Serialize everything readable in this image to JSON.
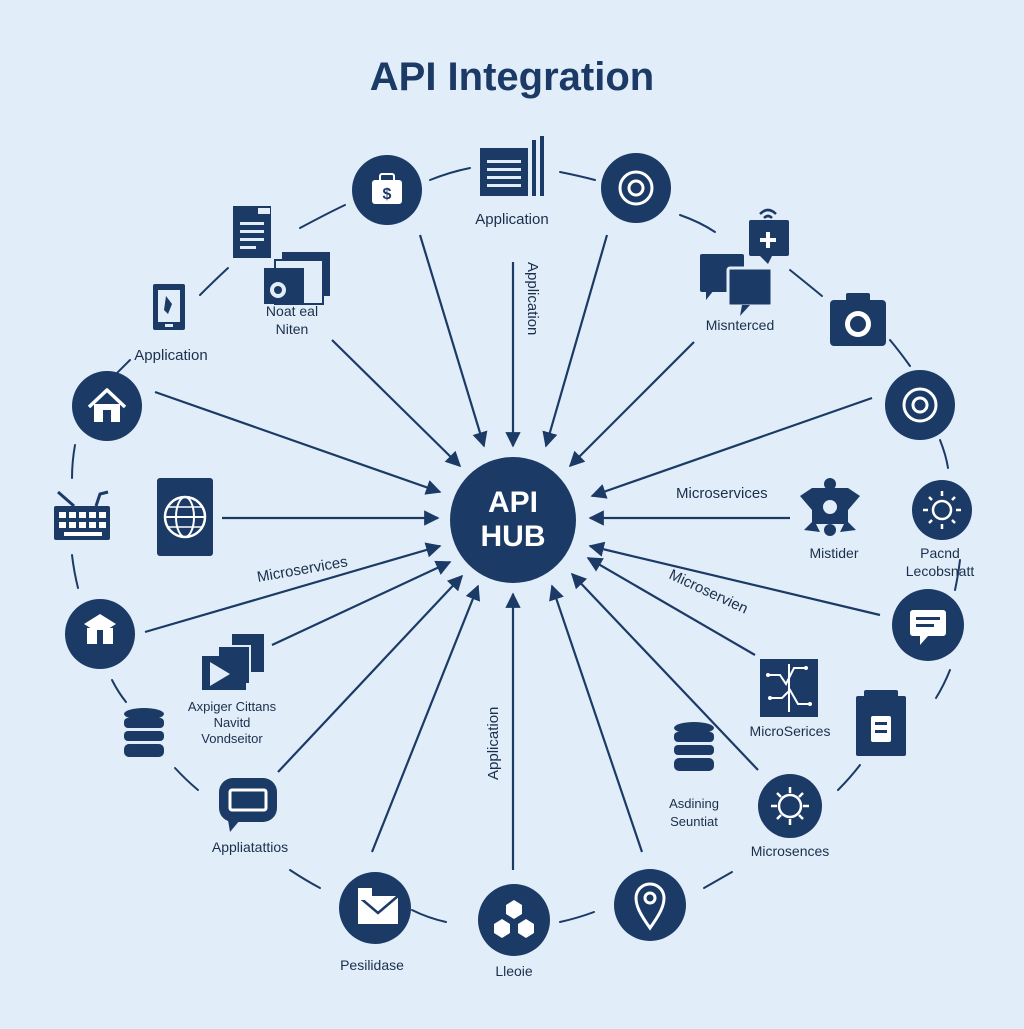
{
  "title": "API Integration",
  "hub": {
    "line1": "API",
    "line2": "HUB"
  },
  "colors": {
    "background": "#e1eef9",
    "primary": "#1b3a66",
    "icon_fill": "#ffffff",
    "dashed_ring": "#1b3a66",
    "label_text": "#1b2f4d"
  },
  "connection_labels": [
    {
      "key": "top",
      "text": "Application"
    },
    {
      "key": "left",
      "text": "Microservices"
    },
    {
      "key": "right-horizontal",
      "text": "Microservices"
    },
    {
      "key": "right-diagonal",
      "text": "Microservien"
    },
    {
      "key": "bottom",
      "text": "Application"
    },
    {
      "key": "top-vertical",
      "text": "Application"
    }
  ],
  "nodes": [
    {
      "key": "doc-stack",
      "icon": "document-stack-icon",
      "label": "Application"
    },
    {
      "key": "dollar-bag",
      "icon": "dollar-bag-icon",
      "label": ""
    },
    {
      "key": "target-top",
      "icon": "target-icon",
      "label": ""
    },
    {
      "key": "clipboard",
      "icon": "clipboard-icon",
      "label": ""
    },
    {
      "key": "gallery",
      "icon": "image-gallery-icon",
      "label": "Noat eal Niten"
    },
    {
      "key": "tablet",
      "icon": "tablet-icon",
      "label": "Application"
    },
    {
      "key": "chat-plus",
      "icon": "chat-plus-icon",
      "label": "Misnterced"
    },
    {
      "key": "camera",
      "icon": "camera-icon",
      "label": ""
    },
    {
      "key": "home",
      "icon": "home-icon",
      "label": ""
    },
    {
      "key": "target-right",
      "icon": "target-icon",
      "label": ""
    },
    {
      "key": "keyboard",
      "icon": "keyboard-icon",
      "label": ""
    },
    {
      "key": "globe",
      "icon": "globe-icon",
      "label": ""
    },
    {
      "key": "puzzle",
      "icon": "puzzle-icon",
      "label": "Mistider"
    },
    {
      "key": "sun",
      "icon": "sun-gear-icon",
      "label": "Pacnd Lecobsnatt"
    },
    {
      "key": "box",
      "icon": "box-icon",
      "label": ""
    },
    {
      "key": "message-right",
      "icon": "message-icon",
      "label": ""
    },
    {
      "key": "video",
      "icon": "video-icon",
      "label": "Axpiger Cittans Navitd Vondseitor"
    },
    {
      "key": "circuit",
      "icon": "circuit-icon",
      "label": "MicroSerices"
    },
    {
      "key": "printer",
      "icon": "printer-icon",
      "label": ""
    },
    {
      "key": "database-left",
      "icon": "database-icon",
      "label": ""
    },
    {
      "key": "database-right",
      "icon": "database-icon",
      "label": "Asdining Seuntiat"
    },
    {
      "key": "message-left",
      "icon": "message-icon",
      "label": "Appliatattios"
    },
    {
      "key": "virus",
      "icon": "virus-icon",
      "label": "Microsences"
    },
    {
      "key": "envelope",
      "icon": "envelope-icon",
      "label": "Pesilidase"
    },
    {
      "key": "hexagons",
      "icon": "hexagon-cluster-icon",
      "label": "Lleoie"
    },
    {
      "key": "pin",
      "icon": "map-pin-icon",
      "label": ""
    }
  ]
}
